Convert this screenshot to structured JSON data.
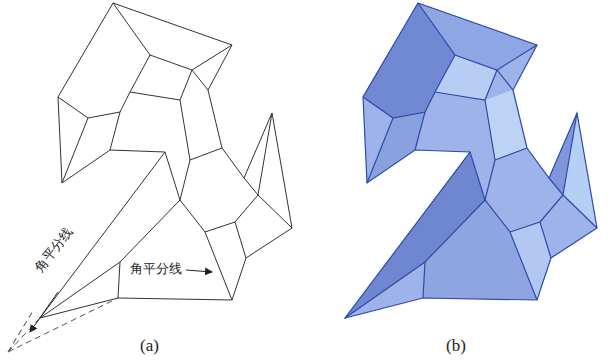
{
  "diagram": {
    "labels": [
      "角平分线",
      "角平分线",
      "(a)",
      "(b)"
    ]
  }
}
